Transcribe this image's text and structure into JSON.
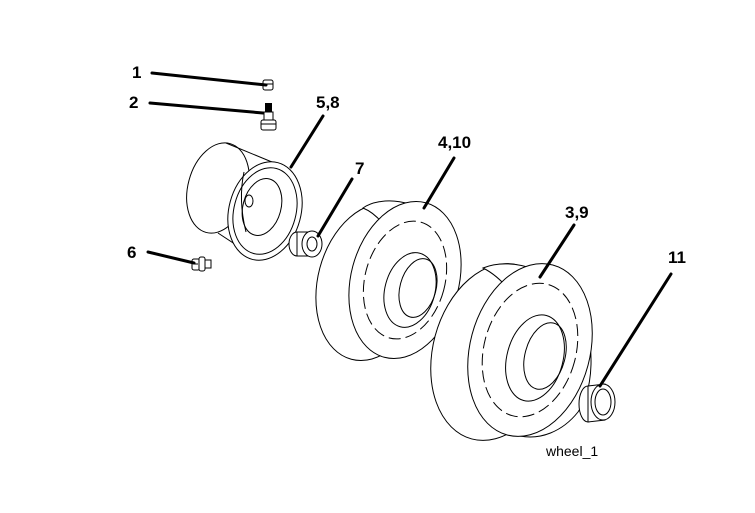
{
  "callouts": {
    "c1": "1",
    "c2": "2",
    "c58": "5,8",
    "c7": "7",
    "c6": "6",
    "c410": "4,10",
    "c39": "3,9",
    "c11": "11"
  },
  "caption": "wheel_1"
}
